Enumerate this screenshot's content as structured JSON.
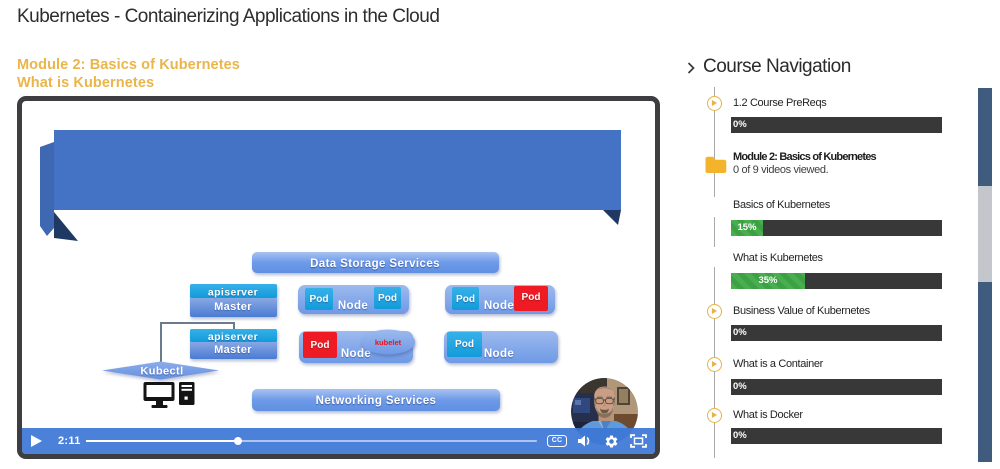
{
  "page": {
    "title": "Kubernetes - Containerizing Applications in the Cloud",
    "module_line": "Module 2: Basics of Kubernetes",
    "lesson_line": "What is Kubernetes"
  },
  "player": {
    "current_time": "2:11",
    "progress_percent": 33,
    "controls": {
      "cc_label": "CC"
    },
    "diagram": {
      "data_storage_label": "Data Storage Services",
      "networking_label": "Networking Services",
      "apiserver_line1": "apiserver",
      "apiserver_line2": "Master",
      "kubectl_label": "Kubectl",
      "kubelet_label": "kubelet",
      "pod_label": "Pod",
      "node_label": "Node"
    }
  },
  "sidebar": {
    "header": "Course Navigation",
    "items": [
      {
        "label": "1.2 Course PreReqs",
        "progress": "0%",
        "icon": "play-circle"
      },
      {
        "label": "Module 2: Basics of Kubernetes",
        "sublabel": "0 of 9 videos viewed.",
        "icon": "folder"
      },
      {
        "label": "Basics of Kubernetes",
        "progress": "15%"
      },
      {
        "label": "What is Kubernetes",
        "progress": "35%"
      },
      {
        "label": "Business Value of Kubernetes",
        "progress": "0%",
        "icon": "play-circle"
      },
      {
        "label": "What is a Container",
        "progress": "0%",
        "icon": "play-circle"
      },
      {
        "label": "What is Docker",
        "progress": "0%",
        "icon": "play-circle"
      }
    ]
  },
  "colors": {
    "accent_amber": "#eab54a",
    "control_blue": "#3b75d6",
    "progress_green": "#43a749",
    "progress_track_dark": "#383838",
    "scrollbar_track": "#3f5b7e",
    "scrollbar_thumb": "#c3c6cb",
    "banner_blue": "#4472c4",
    "banner_navy": "#1f3864"
  }
}
